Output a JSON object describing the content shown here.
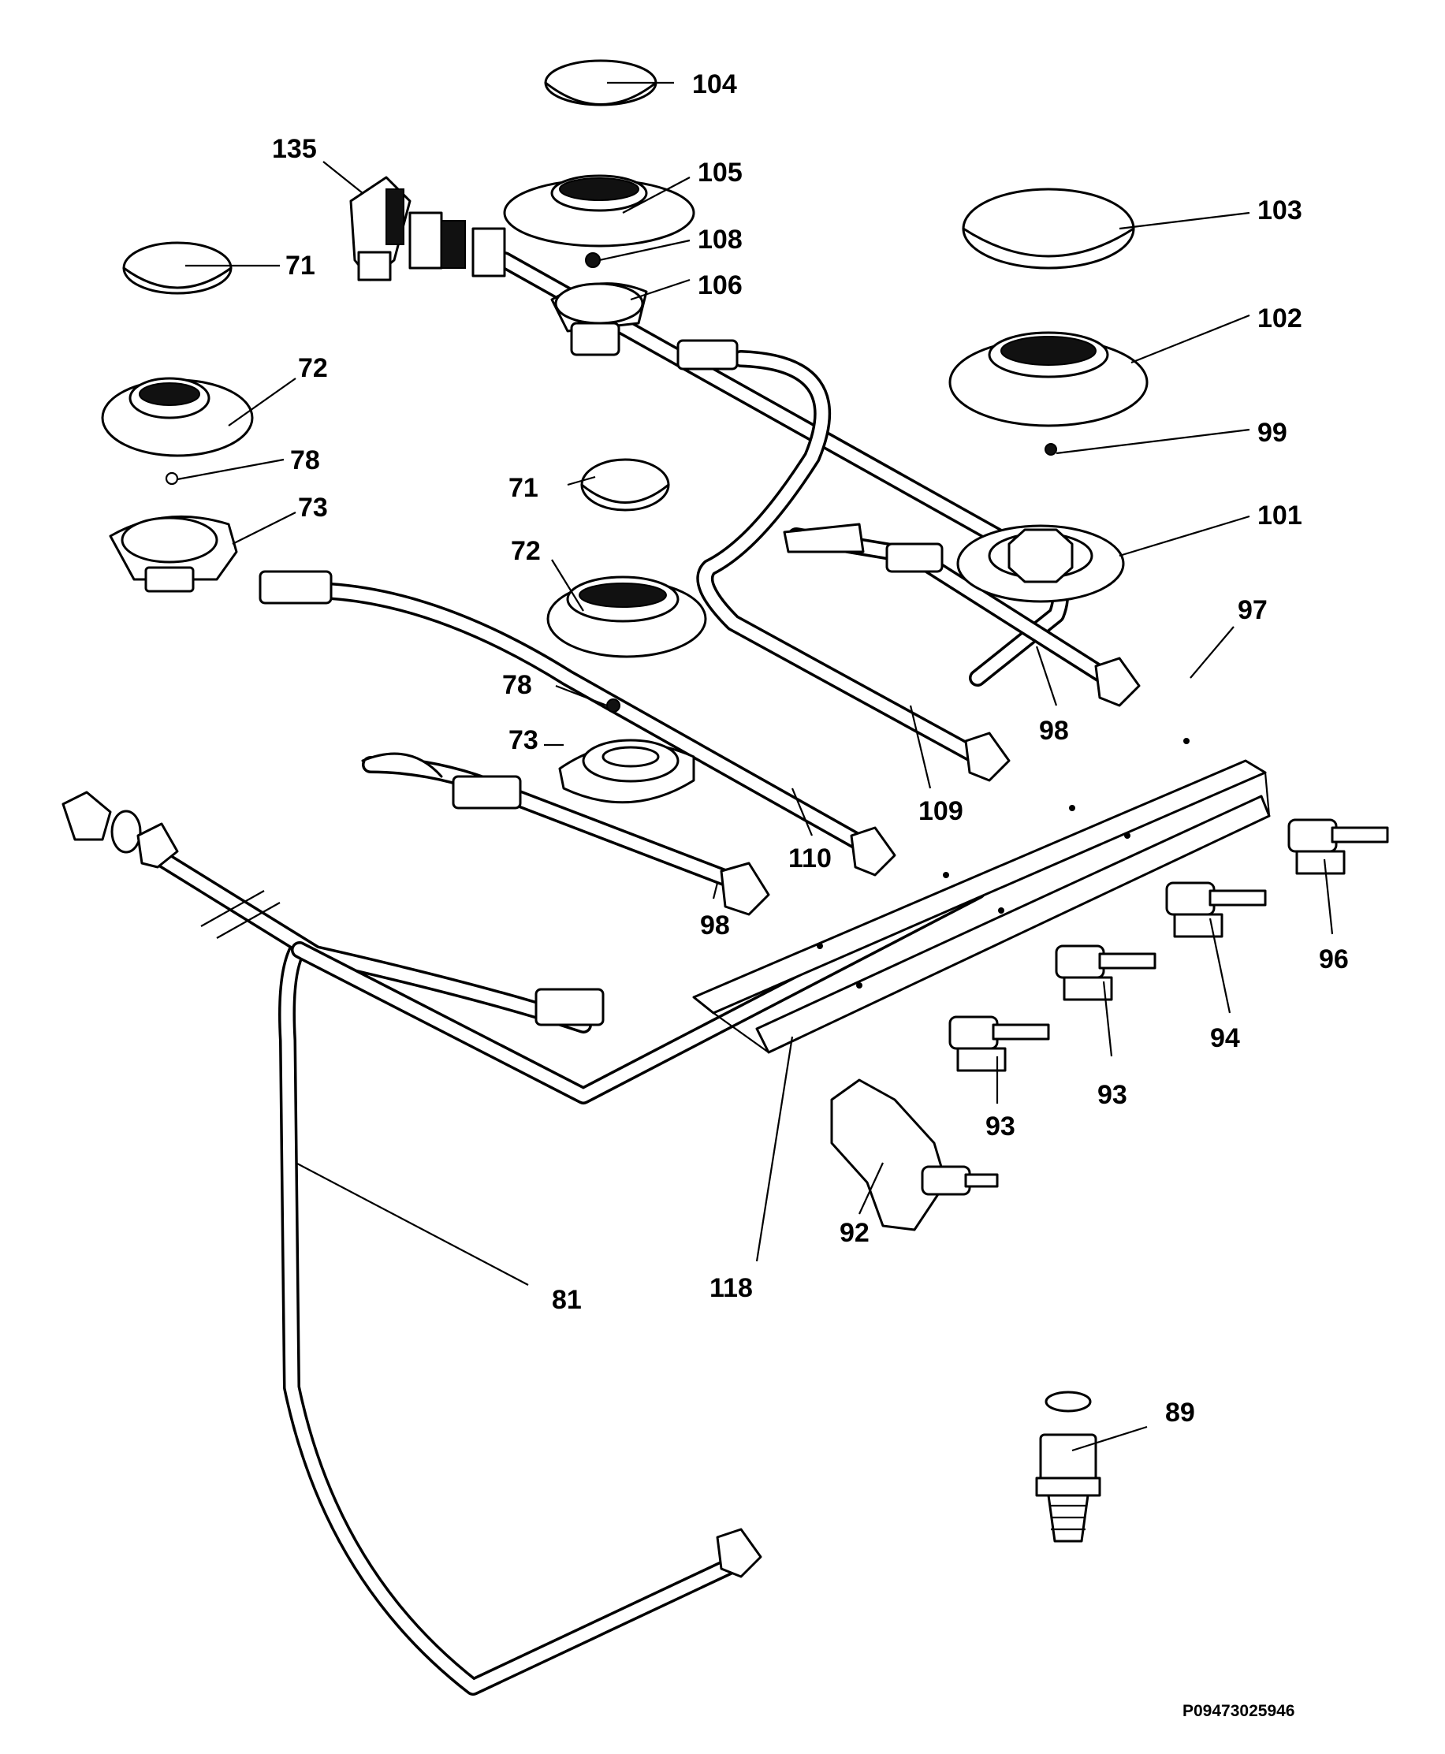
{
  "drawing_id": "P09473025946",
  "callouts": {
    "c104": "104",
    "c135": "135",
    "c105": "105",
    "c108": "108",
    "c103": "103",
    "c71a": "71",
    "c106": "106",
    "c102": "102",
    "c72a": "72",
    "c99": "99",
    "c78a": "78",
    "c71b": "71",
    "c73a": "73",
    "c101": "101",
    "c72b": "72",
    "c97": "97",
    "c78b": "78",
    "c98a": "98",
    "c73b": "73",
    "c109": "109",
    "c110": "110",
    "c98b": "98",
    "c96": "96",
    "c94": "94",
    "c93a": "93",
    "c93b": "93",
    "c92": "92",
    "c118": "118",
    "c81": "81",
    "c89": "89"
  }
}
